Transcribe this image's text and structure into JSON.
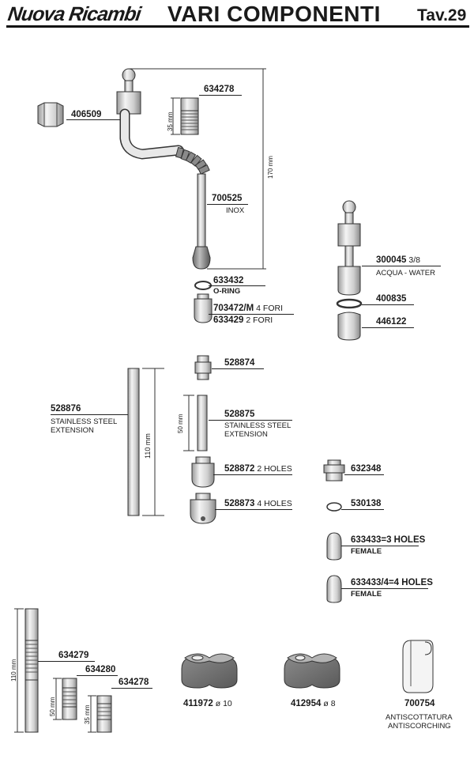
{
  "header": {
    "brand": "Nuova Ricambi",
    "title": "VARI COMPONENTI",
    "table": "Tav.29"
  },
  "parts": {
    "p406509": {
      "code": "406509"
    },
    "p634278a": {
      "code": "634278",
      "dim": "35 mm"
    },
    "lance_dim": "170 mm",
    "p700525": {
      "code": "700525",
      "desc": "INOX"
    },
    "p633432": {
      "code": "633432",
      "desc": "O-RING"
    },
    "p703472": {
      "code": "703472/M",
      "suffix": "4 FORI"
    },
    "p633429": {
      "code": "633429",
      "suffix": "2 FORI"
    },
    "p300045": {
      "code": "300045",
      "suffix": "3/8",
      "desc": "ACQUA - WATER"
    },
    "p400835": {
      "code": "400835"
    },
    "p446122": {
      "code": "446122"
    },
    "p528874": {
      "code": "528874"
    },
    "p528876": {
      "code": "528876",
      "desc1": "STAINLESS STEEL",
      "desc2": "EXTENSION",
      "dim": "110 mm"
    },
    "p528875": {
      "code": "528875",
      "desc1": "STAINLESS STEEL",
      "desc2": "EXTENSION",
      "dim": "50 mm"
    },
    "p528872": {
      "code": "528872",
      "suffix": "2 HOLES"
    },
    "p528873": {
      "code": "528873",
      "suffix": "4 HOLES"
    },
    "p632348": {
      "code": "632348"
    },
    "p530138": {
      "code": "530138"
    },
    "p633433": {
      "code": "633433=3 HOLES",
      "desc": "FEMALE"
    },
    "p633434": {
      "code": "633433/4=4 HOLES",
      "desc": "FEMALE"
    },
    "p634279": {
      "code": "634279",
      "dim": "110 mm"
    },
    "p634280": {
      "code": "634280",
      "dim": "50 mm"
    },
    "p634278b": {
      "code": "634278",
      "dim": "35 mm"
    },
    "p411972": {
      "code": "411972",
      "suffix": "ø 10"
    },
    "p412954": {
      "code": "412954",
      "suffix": "ø 8"
    },
    "p700754": {
      "code": "700754",
      "desc1": "ANTISCOTTATURA",
      "desc2": "ANTISCORCHING"
    }
  }
}
